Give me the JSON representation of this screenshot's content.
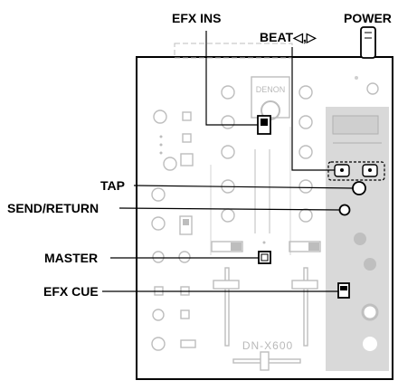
{
  "callouts": {
    "efx_ins": "EFX INS",
    "power": "POWER",
    "beat": "BEAT◁,▷",
    "tap": "TAP",
    "send_return": "SEND/RETURN",
    "master": "MASTER",
    "efx_cue": "EFX CUE"
  },
  "panel": {
    "brand": "DENON",
    "model": "DN-X600"
  },
  "colors": {
    "outline": "#000000",
    "faint": "#bdbdbd",
    "effects_section": "#d9d9d9"
  }
}
